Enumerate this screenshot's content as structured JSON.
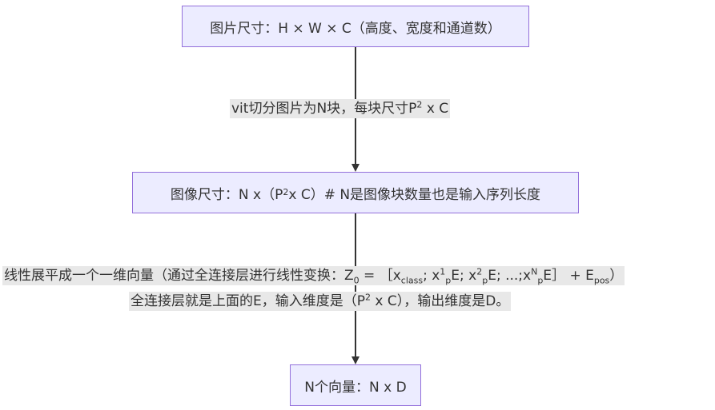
{
  "nodes": {
    "n1": {
      "text": "图片尺寸：H × W × C（高度、宽度和通道数）"
    },
    "n2": {
      "t1": "图像尺寸：N x（P",
      "sup": "2",
      "t2": " x C）# N是图像块数量也是输入序列长度"
    },
    "n3": {
      "text": "N个向量：N x D"
    }
  },
  "edges": {
    "e1": {
      "t1": "vit切分图片为N块，每块尺寸P",
      "sup": "2",
      "t2": " x C"
    },
    "e2": {
      "line1": {
        "a": "线性展平成一个一维向量（通过全连接层进行线性变换：Z",
        "sub0": "0",
        "b": " =  ［x",
        "sub_class": "class",
        "c": "; x",
        "sup1": "1",
        "sub_p1": "p",
        "d": "E; x",
        "sup2": "2",
        "sub_p2": "p",
        "e": "E; ...;x",
        "supN": "N",
        "sub_pN": "p",
        "f": "E］ + E",
        "sub_pos": "pos",
        "g": "）"
      },
      "line2": {
        "a": "全连接层就是上面的E，输入维度是（P",
        "sup": "2",
        "b": " x C），输出维度是D。"
      }
    }
  },
  "colors": {
    "node_fill": "#ececff",
    "node_border": "#9370db",
    "edge": "#333333",
    "label_bg": "#e8e8e8"
  }
}
